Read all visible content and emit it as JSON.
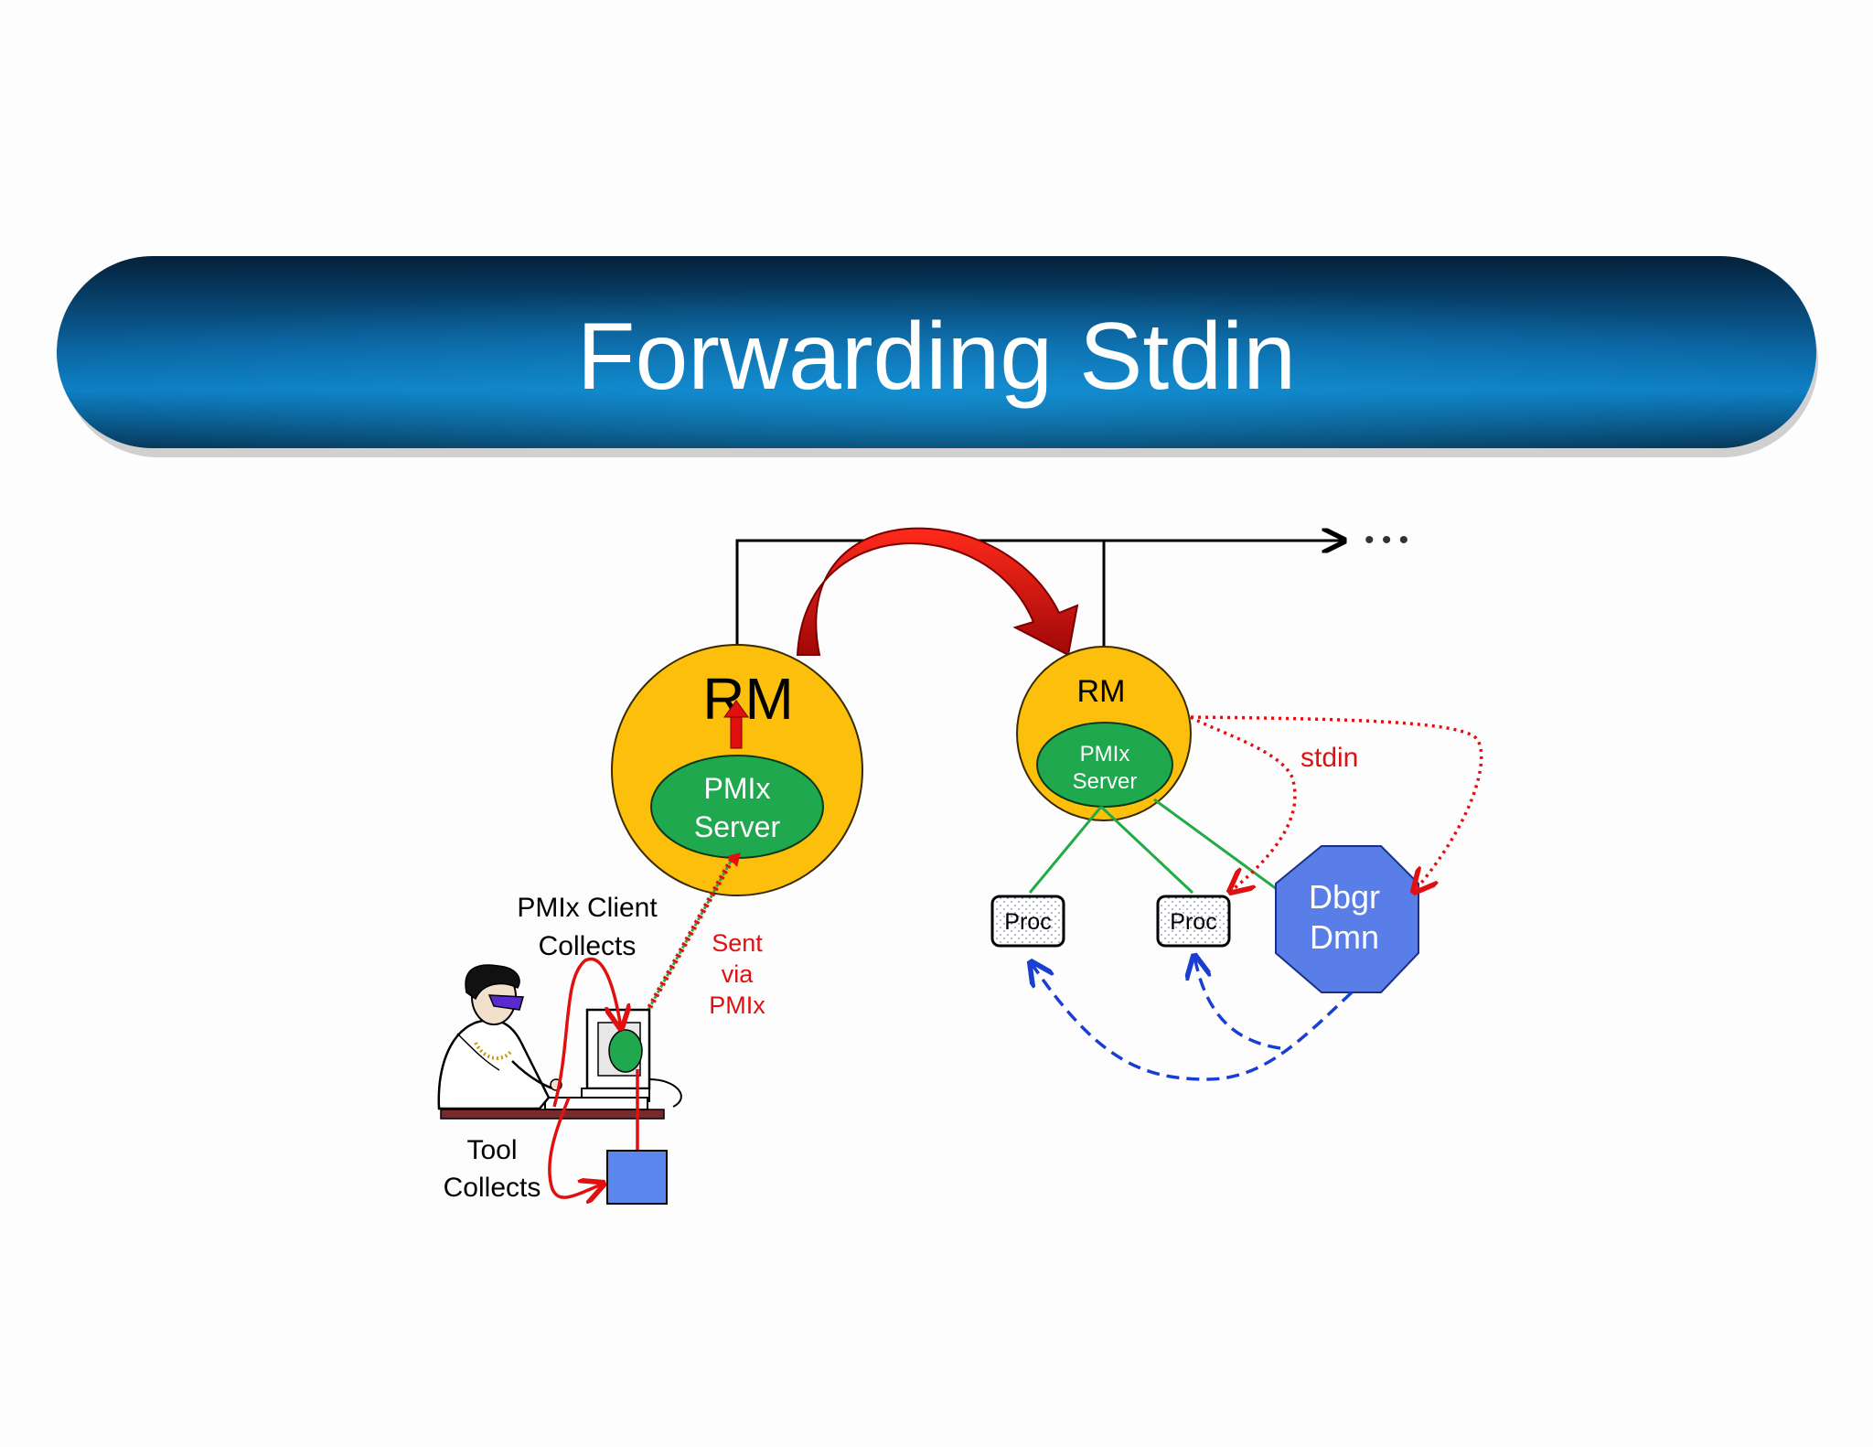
{
  "title": "Forwarding Stdin",
  "continuation": "• • •",
  "nodes": {
    "left_rm": {
      "label": "RM",
      "server_line1": "PMIx",
      "server_line2": "Server"
    },
    "right_rm": {
      "label": "RM",
      "server_line1": "PMIx",
      "server_line2": "Server"
    },
    "proc_1": {
      "label": "Proc"
    },
    "proc_2": {
      "label": "Proc"
    },
    "debugger_daemon": {
      "line1": "Dbgr",
      "line2": "Dmn"
    }
  },
  "annotations": {
    "client_collects_line1": "PMIx Client",
    "client_collects_line2": "Collects",
    "sent_via_line1": "Sent",
    "sent_via_line2": "via",
    "sent_via_line3": "PMIx",
    "tool_collects_line1": "Tool",
    "tool_collects_line2": "Collects",
    "stdin": "stdin"
  },
  "colors": {
    "banner_dark": "#052238",
    "banner_light": "#0a7fbf",
    "rm_fill": "#fbbf0c",
    "server_fill": "#1fa84d",
    "daemon_fill": "#5a7ee8",
    "tool_box_fill": "#5b86ee",
    "red": "#e01010",
    "blue_dash": "#1a3fd0",
    "green_line": "#22aa44"
  }
}
